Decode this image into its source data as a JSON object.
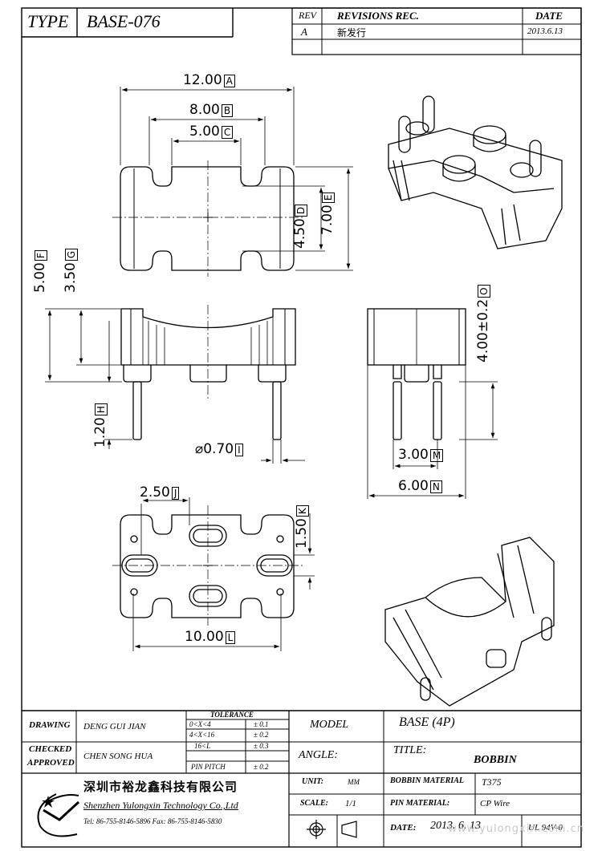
{
  "header": {
    "type_label": "TYPE",
    "type_value": "BASE-076",
    "rev_label": "REV",
    "rev_rec_label": "REVISIONS REC.",
    "date_label": "DATE",
    "rev_value": "A",
    "rev_rec_value": "新发行",
    "date_value": "2013.6.13"
  },
  "dimensions": {
    "A": {
      "value": "12.00",
      "tag": "A"
    },
    "B": {
      "value": "8.00",
      "tag": "B"
    },
    "C": {
      "value": "5.00",
      "tag": "C"
    },
    "D": {
      "value": "4.50",
      "tag": "D"
    },
    "E": {
      "value": "7.00",
      "tag": "E"
    },
    "F": {
      "value": "5.00",
      "tag": "F"
    },
    "G": {
      "value": "3.50",
      "tag": "G"
    },
    "H": {
      "value": "1.20",
      "tag": "H"
    },
    "I": {
      "value": "⌀0.70",
      "tag": "I"
    },
    "J": {
      "value": "2.50",
      "tag": "J"
    },
    "K": {
      "value": "1.50",
      "tag": "K"
    },
    "L": {
      "value": "10.00",
      "tag": "L"
    },
    "M": {
      "value": "3.00",
      "tag": "M"
    },
    "N": {
      "value": "6.00",
      "tag": "N"
    },
    "O": {
      "value": "4.00±0.2",
      "tag": "O"
    }
  },
  "title_block": {
    "drawing_label": "DRAWING",
    "drawing_value": "DENG GUI JIAN",
    "checked_label": "CHECKED",
    "approved_label": "APPROVED",
    "approved_value": "CHEN SONG HUA",
    "tolerance_label": "TOLERANCE",
    "tol_rows": [
      {
        "range": "0<X<4",
        "tol": "± 0.1"
      },
      {
        "range": "4<X<16",
        "tol": "± 0.2"
      },
      {
        "range": "16<L",
        "tol": "± 0.3"
      },
      {
        "range": "PIN PITCH",
        "tol": "± 0.2"
      }
    ],
    "model_label": "MODEL",
    "model_value": "BASE (4P)",
    "angle_label": "ANGLE:",
    "title_label": "TITLE:",
    "title_value": "BOBBIN",
    "unit_label": "UNIT:",
    "unit_value": "MM",
    "scale_label": "SCALE:",
    "scale_value": "1/1",
    "bobbin_material_label": "BOBBIN MATERIAL",
    "bobbin_material_value": "T375",
    "pin_material_label": "PIN MATERIAL:",
    "pin_material_value": "CP Wire",
    "date_label": "DATE:",
    "date_value": "2013. 6. 13",
    "ul_value": "UL 94V-0",
    "company_cn": "深圳市裕龙鑫科技有限公司",
    "company_en": "Shenzhen Yulongxin Technology Co.,Ltd",
    "contact": "Tel: 86-755-8146-5896   Fax: 86-755-8146-5830",
    "watermark": "www.yulongxin.com.cn"
  }
}
